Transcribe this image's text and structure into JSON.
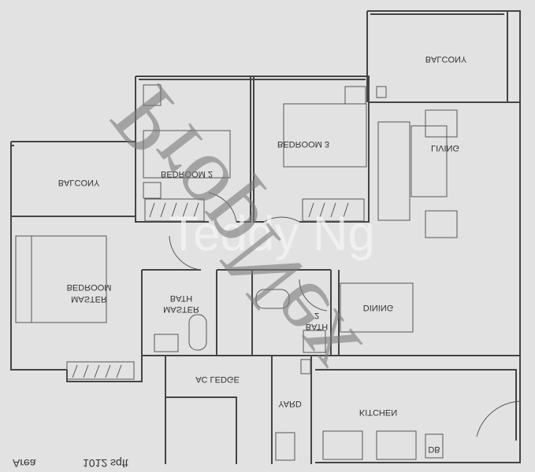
{
  "plan": {
    "rooms": {
      "balcony_top": "BALCONY",
      "bedroom_2": "BEDROOM 2",
      "bedroom_3": "BEDROOM 3",
      "living": "LIVING",
      "balcony_left": "BALCONY",
      "master_bedroom_line1": "BEDROOM",
      "master_bedroom_line2": "MASTER",
      "master_bath_line1": "BATH",
      "master_bath_line2": "MASTER",
      "bath2_line1": "2",
      "bath2_line2": "BATH",
      "dining": "DINING",
      "ac_ledge": "AC LEDGE",
      "yard": "YARD",
      "kitchen": "KITCHEN",
      "db": "DB"
    },
    "area_label": "Area",
    "area_value": "1012 sqft",
    "text_orientation": "vertically-flipped"
  },
  "watermarks": {
    "agent": "Teddy Ng",
    "brand": "PropNex"
  },
  "colors": {
    "background": "#e2e2e2",
    "lines": "#444444",
    "watermark": "#8a8a8a"
  }
}
